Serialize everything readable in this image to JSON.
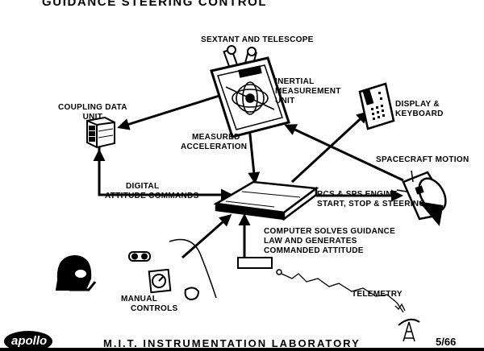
{
  "title": "GUIDANCE STEERING CONTROL",
  "labels": {
    "sextant": "SEXTANT AND TELESCOPE",
    "imu": [
      "INERTIAL",
      "MEASUREMENT",
      "UNIT"
    ],
    "cdu": [
      "COUPLING DATA",
      "UNIT"
    ],
    "display": [
      "DISPLAY &",
      "KEYBOARD"
    ],
    "measured": [
      "MEASURED",
      "ACCELERATION"
    ],
    "spacecraft_motion": "SPACECRAFT MOTION",
    "digital": [
      "DIGITAL",
      "ATTITUDE COMMANDS"
    ],
    "rcs": [
      "RCS & SPS ENGINE",
      "START, STOP & STEERING"
    ],
    "computer": [
      "COMPUTER SOLVES GUIDANCE",
      "LAW AND GENERATES",
      "COMMANDED ATTITUDE"
    ],
    "telemetry": "TELEMETRY",
    "manual": [
      "MANUAL",
      "CONTROLS"
    ]
  },
  "footer": {
    "logo": "apollo",
    "lab": "M.I.T. INSTRUMENTATION LABORATORY",
    "code": "5/66"
  }
}
